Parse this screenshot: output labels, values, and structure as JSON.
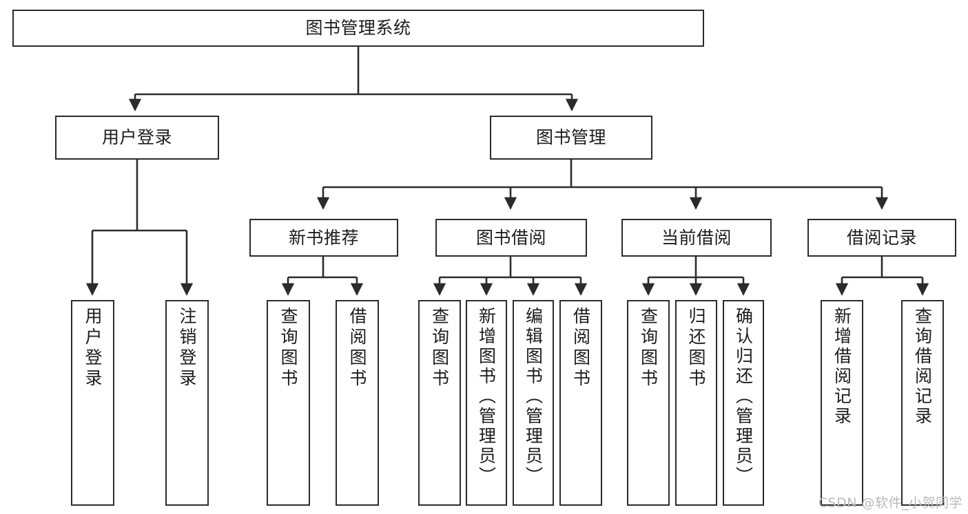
{
  "diagram": {
    "title": "图书管理系统",
    "type": "tree-hierarchy",
    "watermark": "CSDN @软件_小贺同学",
    "colors": {
      "stroke": "#2b2b2b",
      "fill": "#ffffff",
      "text": "#1c1c1c",
      "watermark": "#b9b9b9"
    },
    "nodes": {
      "root": {
        "label": "图书管理系统"
      },
      "level2": [
        {
          "id": "user-login",
          "label": "用户登录"
        },
        {
          "id": "book-manage",
          "label": "图书管理"
        }
      ],
      "level3": [
        {
          "id": "new-book-rec",
          "label": "新书推荐"
        },
        {
          "id": "book-borrow",
          "label": "图书借阅"
        },
        {
          "id": "current-borrow",
          "label": "当前借阅"
        },
        {
          "id": "borrow-record",
          "label": "借阅记录"
        }
      ],
      "leaves": {
        "user_login": [
          {
            "id": "leaf-user-login",
            "label": "用户登录"
          },
          {
            "id": "leaf-logout-login",
            "label": "注销登录"
          }
        ],
        "new_book_rec": [
          {
            "id": "leaf-query-book-1",
            "label": "查询图书"
          },
          {
            "id": "leaf-borrow-book-1",
            "label": "借阅图书"
          }
        ],
        "book_borrow": [
          {
            "id": "leaf-query-book-2",
            "label": "查询图书"
          },
          {
            "id": "leaf-add-book",
            "label": "新增图书（管理员）"
          },
          {
            "id": "leaf-edit-book",
            "label": "编辑图书（管理员）"
          },
          {
            "id": "leaf-borrow-book-2",
            "label": "借阅图书"
          }
        ],
        "current_borrow": [
          {
            "id": "leaf-query-book-3",
            "label": "查询图书"
          },
          {
            "id": "leaf-return-book",
            "label": "归还图书"
          },
          {
            "id": "leaf-confirm-return",
            "label": "确认归还（管理员）"
          }
        ],
        "borrow_record": [
          {
            "id": "leaf-add-record",
            "label": "新增借阅记录"
          },
          {
            "id": "leaf-query-record",
            "label": "查询借阅记录"
          }
        ]
      }
    }
  }
}
